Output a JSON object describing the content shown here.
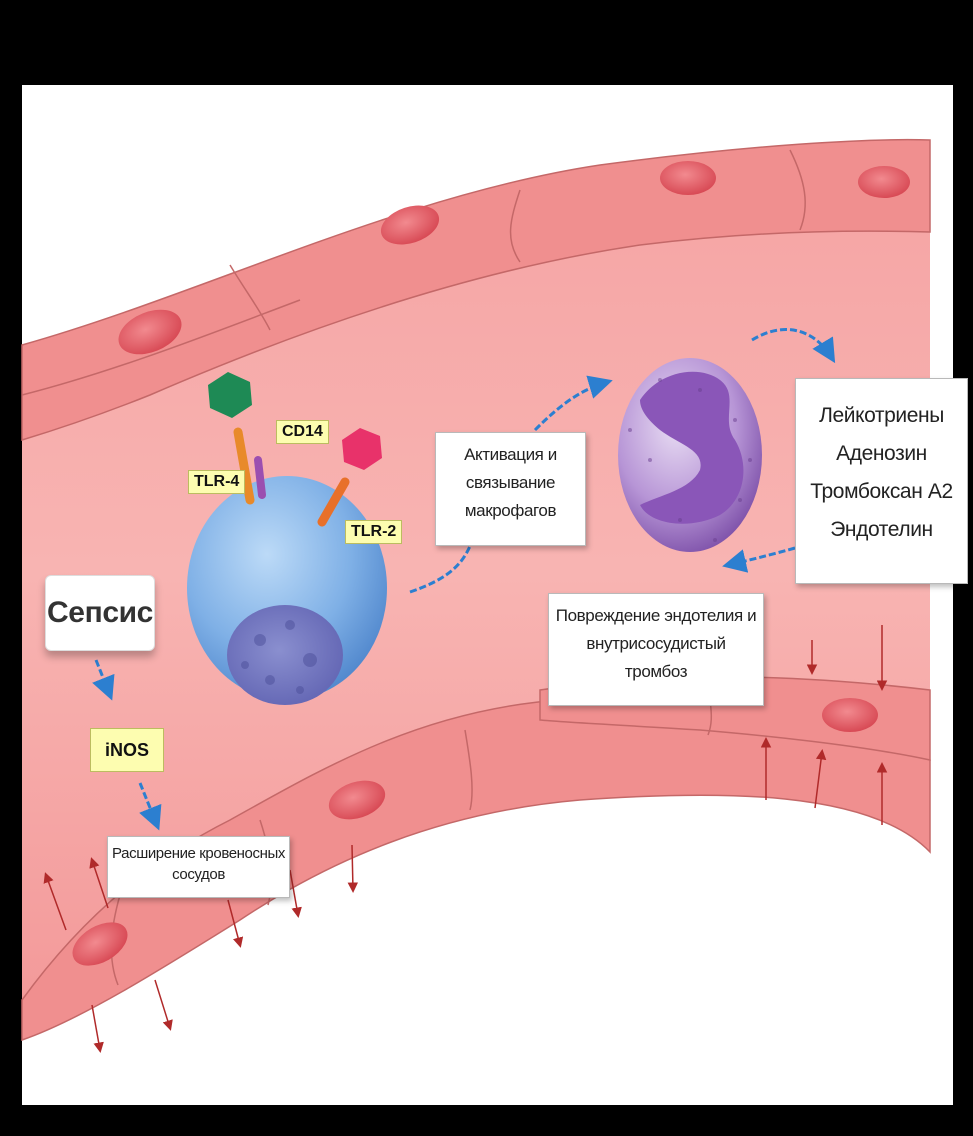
{
  "labels": {
    "sepsis": "Сепсис",
    "inos": "iNOS",
    "vasodilation": [
      "Расширение кровеносных",
      "сосудов"
    ],
    "activation": [
      "Активация и",
      "связывание",
      "макрофагов"
    ],
    "mediators": [
      "Лейкотриены",
      "Аденозин",
      "Тромбоксан А2",
      "Эндотелин"
    ],
    "endothelial_damage": [
      "Повреждение эндотелия и",
      "внутрисосудистый",
      "тромбоз"
    ]
  },
  "receptors": {
    "tlr4": "TLR-4",
    "cd14": "CD14",
    "tlr2": "TLR-2"
  },
  "colors": {
    "background": "#000000",
    "vessel_lumen": "#f6a0a0",
    "endothelium": "#f08f8f",
    "nucleus": "#e25a62",
    "macrophage": "#7fb0e6",
    "neutrophil": "#9a6ec0",
    "arrow_blue": "#2c7fd0",
    "arrow_red": "#b02a2a",
    "tag_yellow": "#fdfdb0"
  }
}
